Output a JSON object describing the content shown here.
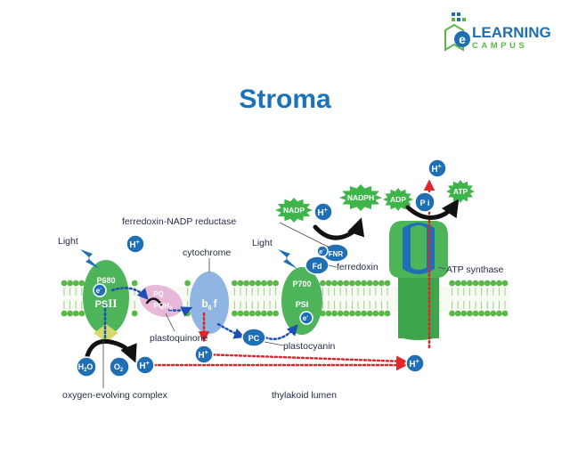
{
  "logo": {
    "line1": "LEARNING",
    "line2": "CAMPUS",
    "letter": "e"
  },
  "title": "Stroma",
  "colors": {
    "title": "#1b72b8",
    "membrane_head": "#5ab847",
    "protein_green": "#4db45a",
    "protein_blue": "#1f6fb6",
    "plastoquinone": "#e8b8d8",
    "cytochrome": "#8fb5e3",
    "red_arrow": "#e0262b",
    "blue_dots": "#1e4fb5",
    "burst": "#3db54a",
    "logo_blue": "#1d6fb0",
    "logo_green": "#59b847"
  },
  "labels": {
    "light1": "Light",
    "light2": "Light",
    "cytochrome": "cytochrome",
    "fnr_full": "ferredoxin-NADP reductase",
    "ferredoxin": "ferredoxin",
    "atp_synthase": "ATP synthase",
    "plastoquinone": "plastoquinone",
    "plastocyanin": "plastocyanin",
    "oec": "oxygen-evolving complex",
    "lumen": "thylakoid lumen"
  },
  "molecules": {
    "p680": "P680",
    "psii": "PS",
    "psii_roman": "II",
    "p700": "P700",
    "psi": "PSI",
    "pq": "PQ",
    "pqh2": "PQH",
    "b6f_b": "b",
    "b6f_sub": "6",
    "b6f_f": "f",
    "pc": "PC",
    "fd": "Fd",
    "fnr": "FNR",
    "e": "e",
    "e_sup": "-",
    "h": "H",
    "h_sup": "+",
    "h2o_h": "H",
    "h2o_sub": "2",
    "h2o_o": "O",
    "o2_o": "O",
    "o2_sub": "2",
    "nadp": "NADP",
    "nadph": "NADPH",
    "adp": "ADP",
    "pi": "P i",
    "atp": "ATP"
  }
}
